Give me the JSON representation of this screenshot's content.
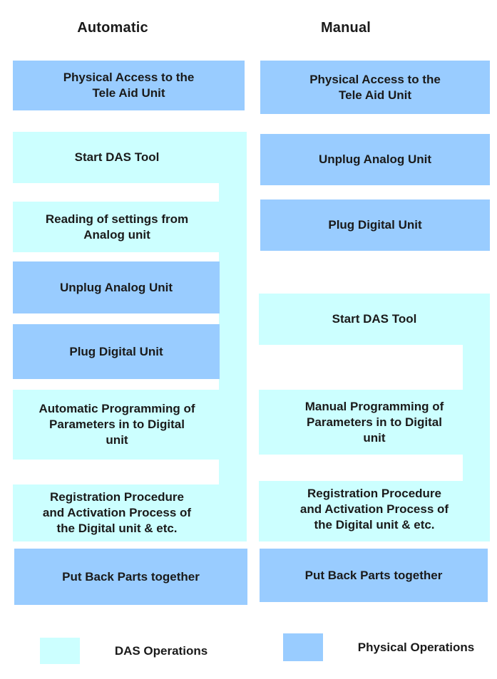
{
  "colors": {
    "das_operations": "#CCFFFF",
    "physical_operations": "#99CCFF",
    "text": "#1A1A1A",
    "background": "#FFFFFF"
  },
  "columns": {
    "automatic": {
      "title": "Automatic",
      "boxes": [
        {
          "label": "Physical Access to the\nTele Aid Unit",
          "type": "physical"
        },
        {
          "label": "Start DAS Tool",
          "type": "das"
        },
        {
          "label": "Reading of settings from\nAnalog unit",
          "type": "das"
        },
        {
          "label": "Unplug Analog Unit",
          "type": "physical"
        },
        {
          "label": "Plug Digital Unit",
          "type": "physical"
        },
        {
          "label": "Automatic Programming of\nParameters in to Digital\nunit",
          "type": "das"
        },
        {
          "label": "Registration Procedure\nand Activation Process of\nthe Digital unit & etc.",
          "type": "das"
        },
        {
          "label": "Put Back Parts together",
          "type": "physical"
        }
      ]
    },
    "manual": {
      "title": "Manual",
      "boxes": [
        {
          "label": "Physical Access to the\nTele Aid Unit",
          "type": "physical"
        },
        {
          "label": "Unplug Analog Unit",
          "type": "physical"
        },
        {
          "label": "Plug Digital Unit",
          "type": "physical"
        },
        {
          "label": "Start DAS Tool",
          "type": "das"
        },
        {
          "label": "Manual Programming of\nParameters in to Digital\nunit",
          "type": "das"
        },
        {
          "label": "Registration Procedure\nand Activation Process of\nthe Digital unit & etc.",
          "type": "das"
        },
        {
          "label": "Put Back Parts together",
          "type": "physical"
        }
      ]
    }
  },
  "legend": {
    "das": {
      "label": "DAS Operations",
      "color": "#CCFFFF"
    },
    "physical": {
      "label": "Physical Operations",
      "color": "#99CCFF"
    }
  }
}
